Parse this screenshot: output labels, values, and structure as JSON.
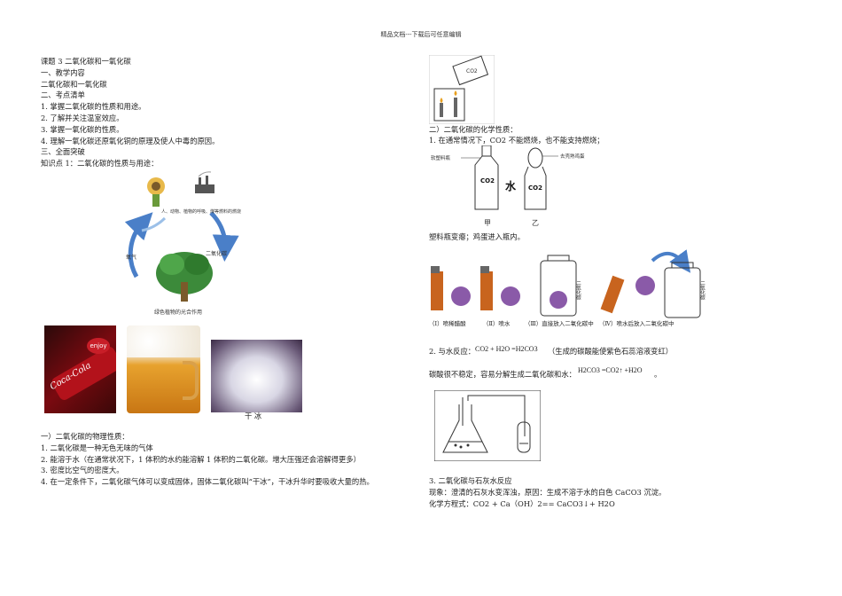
{
  "header": "精品文档---下载后可任意编辑",
  "left": {
    "lines": [
      "课题 3 二氧化碳和一氧化碳",
      "一、教学内容",
      "二氧化碳和一氧化碳",
      "二、考点清单",
      "1. 掌握二氧化碳的性质和用途。",
      "2. 了解并关注温室效应。",
      "3. 掌握一氧化碳的性质。",
      "4. 理解一氧化碳还原氧化铜的原理及使人中毒的原因。",
      "三、全面突破",
      "知识点 1：二氧化碳的性质与用途："
    ],
    "cycle": {
      "top_label": "人、动物、植物的呼吸、煤等燃料的燃烧",
      "right_label": "二氧化碳",
      "left_label": "氧气",
      "bottom_label": "绿色植物的光合作用"
    },
    "photos": {
      "cola_text": "Coca-Cola",
      "enjoy_text": "enjoy",
      "dry_ice_caption": "干 冰"
    },
    "physical_title": "一）二氧化碳的物理性质：",
    "physical": [
      "1. 二氧化碳是一种无色无味的气体",
      "2. 能溶于水（在通常状况下，1 体积的水约能溶解 1 体积的二氧化碳。增大压强还会溶解得更多）",
      "3. 密度比空气的密度大。",
      "4. 在一定条件下，二氧化碳气体可以变成固体，固体二氧化碳叫“干冰”，干冰升华时要吸收大量的热。"
    ]
  },
  "right": {
    "top_diagram_label": "CO2",
    "chem_title": "二）二氧化碳的化学性质：",
    "item1": "1. 在通常情况下，CO2 不能燃烧，也不能支持燃烧；",
    "bottle_labels": {
      "left": "软塑料瓶",
      "right": "去壳熟鸡蛋",
      "co2_a": "CO2",
      "co2_b": "CO2",
      "water": "水",
      "jia": "甲",
      "yi": "乙"
    },
    "observation": "塑料瓶变瘪；鸡蛋进入瓶内。",
    "exp_captions": [
      "（Ⅰ）喷稀醋酸",
      "（Ⅱ）喷水",
      "（Ⅲ）直接放入二氧化碳中",
      "（Ⅳ）喷水后放入二氧化碳中"
    ],
    "jar_label": "二氧化碳",
    "item2_prefix": "2. 与水反应：",
    "item2_formula": "CO2 + H2O =H2CO3",
    "item2_note": "（生成的碳酸能使紫色石蕊溶液变红）",
    "unstable": "碳酸很不稳定，容易分解生成二氧化碳和水：",
    "decomp_formula": "H2CO3 =CO2↑ +H2O",
    "period": "。",
    "item3": "3. 二氧化碳与石灰水反应",
    "phenomenon": "现象：澄清的石灰水变浑浊，原因：生成不溶于水的白色 CaCO3 沉淀。",
    "equation": "化学方程式：CO2 + Ca（OH）2== CaCO3↓+ H2O"
  },
  "colors": {
    "arrow_blue": "#4a7fc8",
    "tree_green": "#3c8a3a",
    "flower_purple": "#8a5aa8",
    "cola_red": "#b3121b",
    "beer_amber": "#d98a1a"
  }
}
